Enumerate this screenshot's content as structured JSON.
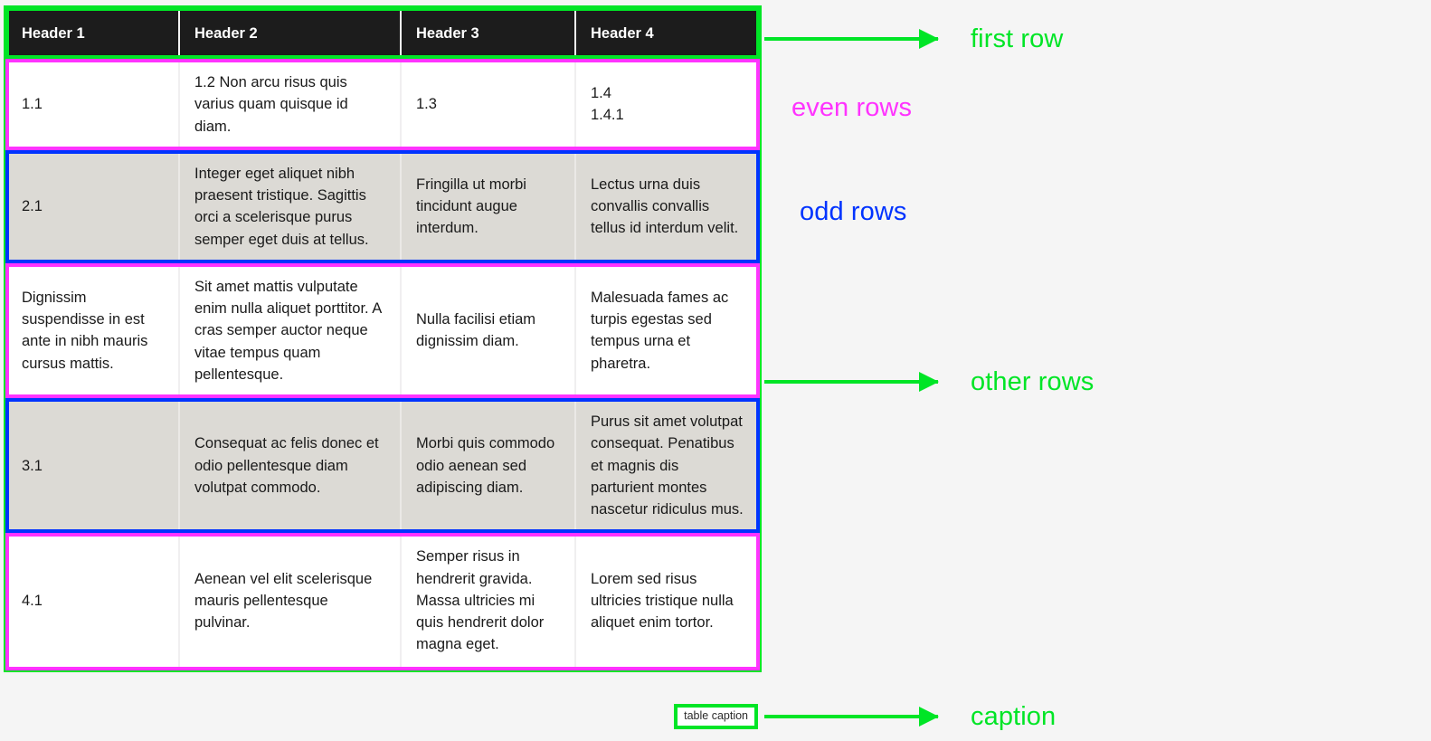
{
  "table": {
    "headers": [
      "Header 1",
      "Header 2",
      "Header 3",
      "Header 4"
    ],
    "caption": "table caption",
    "rows": [
      {
        "parity": "even",
        "cells": [
          "1.1",
          "1.2 Non arcu risus quis varius quam quisque id diam.",
          "1.3",
          "1.4\n1.4.1"
        ]
      },
      {
        "parity": "odd",
        "cells": [
          "2.1",
          "Integer eget aliquet nibh praesent tristique. Sagittis orci a scelerisque purus semper eget duis at tellus.",
          "Fringilla ut morbi tincidunt augue interdum.",
          "Lectus urna duis convallis convallis tellus id interdum velit."
        ]
      },
      {
        "parity": "even",
        "cells": [
          "Dignissim suspendisse in est ante in nibh mauris cursus mattis.",
          "Sit amet mattis vulputate enim nulla aliquet porttitor. A cras semper auctor neque vitae tempus quam pellentesque.",
          "Nulla facilisi etiam dignissim diam.",
          "Malesuada fames ac turpis egestas sed tempus urna et pharetra."
        ]
      },
      {
        "parity": "odd",
        "cells": [
          "3.1",
          "Consequat ac felis donec et odio pellentesque diam volutpat commodo.",
          "Morbi quis commodo odio aenean sed adipiscing diam.",
          "Purus sit amet volutpat consequat. Penatibus et magnis dis parturient montes nascetur ridiculus mus."
        ]
      },
      {
        "parity": "even",
        "cells": [
          "4.1",
          "Aenean vel elit scelerisque mauris pellentesque pulvinar.",
          "Semper risus in hendrerit gravida. Massa ultricies mi quis hendrerit dolor magna eget.",
          "Lorem sed risus ultricies tristique nulla aliquet enim tortor."
        ]
      }
    ]
  },
  "annotations": [
    {
      "id": "first-row",
      "label": "first row",
      "color": "#00e526",
      "arrow": true
    },
    {
      "id": "even-rows",
      "label": "even rows",
      "color": "#ff33ff",
      "arrow": false
    },
    {
      "id": "odd-rows",
      "label": "odd rows",
      "color": "#0033ff",
      "arrow": false
    },
    {
      "id": "other-rows",
      "label": "other rows",
      "color": "#00e526",
      "arrow": true
    },
    {
      "id": "caption",
      "label": "caption",
      "color": "#00e526",
      "arrow": true
    }
  ],
  "colors": {
    "page_background": "#f5f5f5",
    "header_background": "#1c1c1c",
    "header_text": "#ffffff",
    "first_row_outline": "#00e526",
    "even_row_outline": "#ff33ff",
    "even_row_background": "#ffffff",
    "odd_row_outline": "#0033ff",
    "odd_row_background": "#dcdad5",
    "table_outline": "#00e526",
    "caption_outline": "#00e526",
    "body_text": "#1a1a1a"
  }
}
